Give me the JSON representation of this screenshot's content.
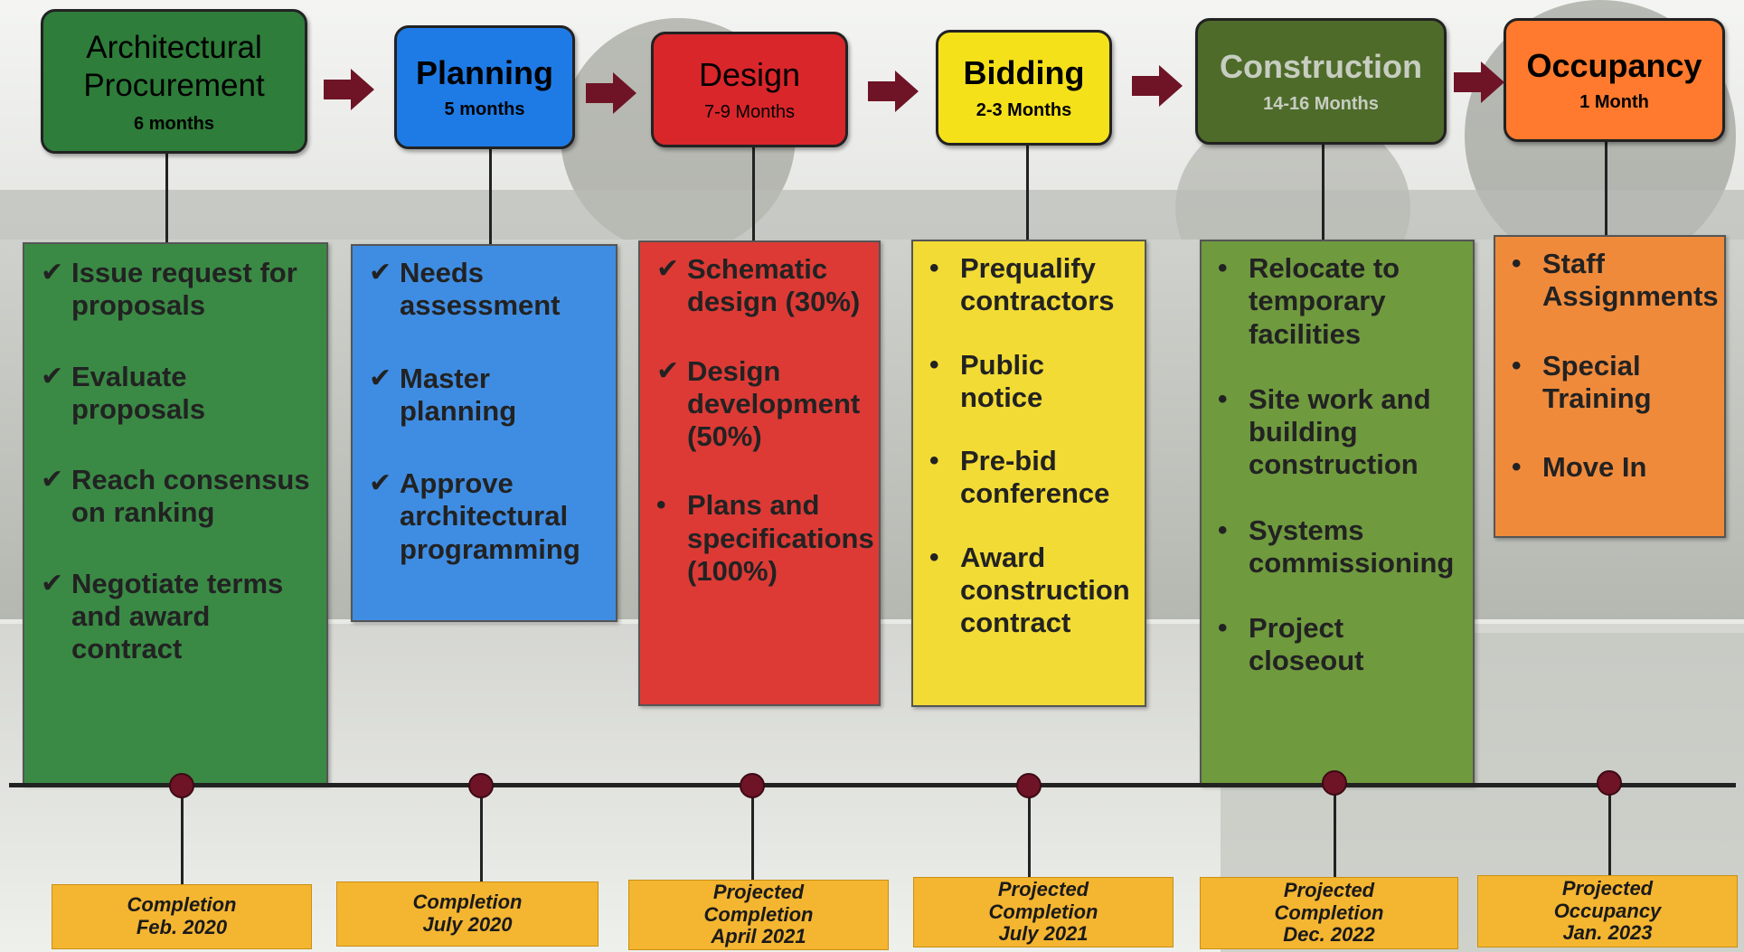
{
  "phases": [
    {
      "title": "Architectural Procurement",
      "duration": "6 months",
      "color": "#2e7d3a"
    },
    {
      "title": "Planning",
      "duration": "5 months",
      "color": "#1e7be6"
    },
    {
      "title": "Design",
      "duration": "7-9 Months",
      "color": "#d9262b"
    },
    {
      "title": "Bidding",
      "duration": "2-3 Months",
      "color": "#f5e11a"
    },
    {
      "title": "Construction",
      "duration": "14-16 Months",
      "color": "#4e6b2a"
    },
    {
      "title": "Occupancy",
      "duration": "1 Month",
      "color": "#ff7a2e"
    }
  ],
  "tasks": [
    {
      "color": "#3a8a45",
      "marker": "check",
      "items": [
        "Issue request for proposals",
        "Evaluate proposals",
        "Reach consensus on ranking",
        "Negotiate terms and award contract"
      ]
    },
    {
      "color": "#3f8de3",
      "marker": "check",
      "items": [
        "Needs assessment",
        "Master planning",
        "Approve architectural programming"
      ]
    },
    {
      "color": "#dd3a36",
      "marker": "mixed",
      "items": [
        "Schematic design (30%)",
        "Design development (50%)",
        "Plans and specifications (100%)"
      ]
    },
    {
      "color": "#f2db35",
      "marker": "bullet",
      "items": [
        "Prequalify contractors",
        "Public notice",
        "Pre-bid conference",
        "Award construction contract"
      ]
    },
    {
      "color": "#6f9a3e",
      "marker": "bullet",
      "items": [
        "Relocate to temporary facilities",
        "Site work and building construction",
        "Systems commissioning",
        "Project closeout"
      ]
    },
    {
      "color": "#f08a3b",
      "marker": "bullet",
      "items": [
        "Staff Assignments",
        "Special Training",
        "Move In"
      ]
    }
  ],
  "milestones": [
    {
      "line1": "Completion",
      "line2": "Feb. 2020",
      "line3": ""
    },
    {
      "line1": "Completion",
      "line2": "July 2020",
      "line3": ""
    },
    {
      "line1": "Projected",
      "line2": "Completion",
      "line3": "April 2021"
    },
    {
      "line1": "Projected",
      "line2": "Completion",
      "line3": "July 2021"
    },
    {
      "line1": "Projected",
      "line2": "Completion",
      "line3": "Dec. 2022"
    },
    {
      "line1": "Projected",
      "line2": "Occupancy",
      "line3": "Jan. 2023"
    }
  ],
  "colors": {
    "arrow": "#6e1426",
    "timeline": "#222222",
    "milestone_dot": "#6e1426",
    "milestone_box": "#f4b531"
  }
}
